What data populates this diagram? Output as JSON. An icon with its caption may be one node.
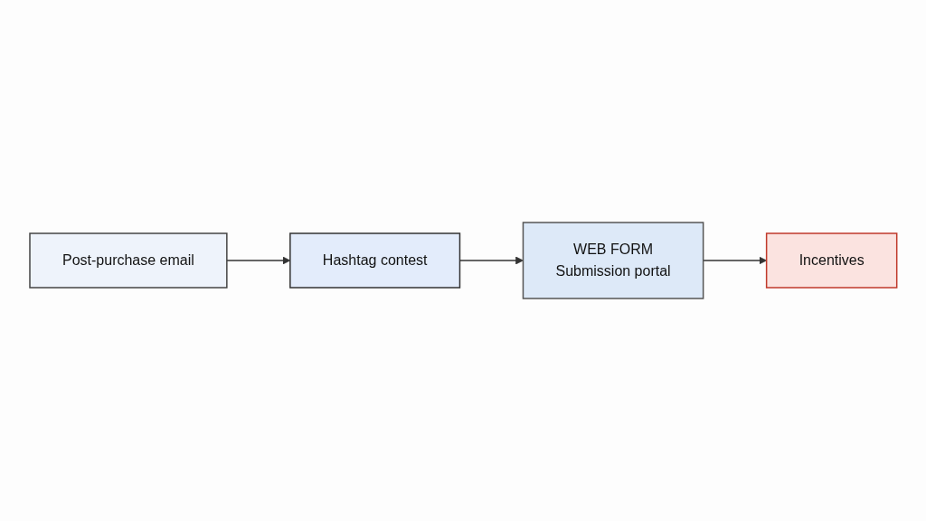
{
  "diagram": {
    "nodes": [
      {
        "text": [
          "Post-purchase email"
        ]
      },
      {
        "text": [
          "Hashtag contest"
        ]
      },
      {
        "text": [
          "WEB FORM",
          "Submission portal"
        ]
      },
      {
        "text": [
          "Incentives"
        ]
      }
    ],
    "edges": [
      {
        "from": 0,
        "to": 1,
        "arrow": "to"
      },
      {
        "from": 1,
        "to": 2,
        "arrow": "to"
      },
      {
        "from": 2,
        "to": 3,
        "arrow": "to"
      }
    ]
  }
}
